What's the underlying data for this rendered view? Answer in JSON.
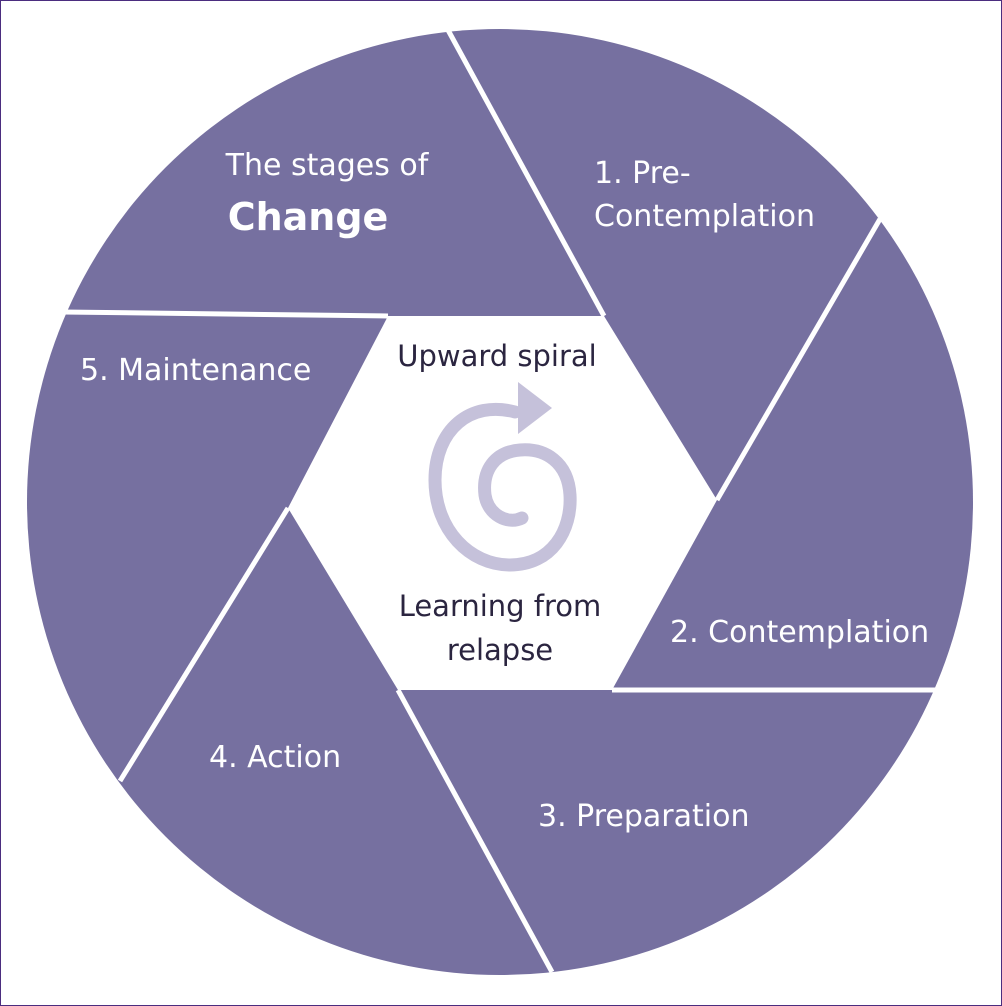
{
  "diagram": {
    "title_line1": "The stages of",
    "title_line2": "Change",
    "stages": [
      {
        "line1": "1. Pre-",
        "line2": "Contemplation"
      },
      {
        "line1": "2. Contemplation"
      },
      {
        "line1": "3. Preparation"
      },
      {
        "line1": "4. Action"
      },
      {
        "line1": "5. Maintenance"
      }
    ],
    "center_top": "Upward spiral",
    "center_bottom_line1": "Learning from",
    "center_bottom_line2": "relapse"
  },
  "colors": {
    "segment": "#7670a0",
    "divider": "#ffffff",
    "spiral": "#c5c1da",
    "frame": "#4b2d7f",
    "center_text": "#2b2540"
  }
}
